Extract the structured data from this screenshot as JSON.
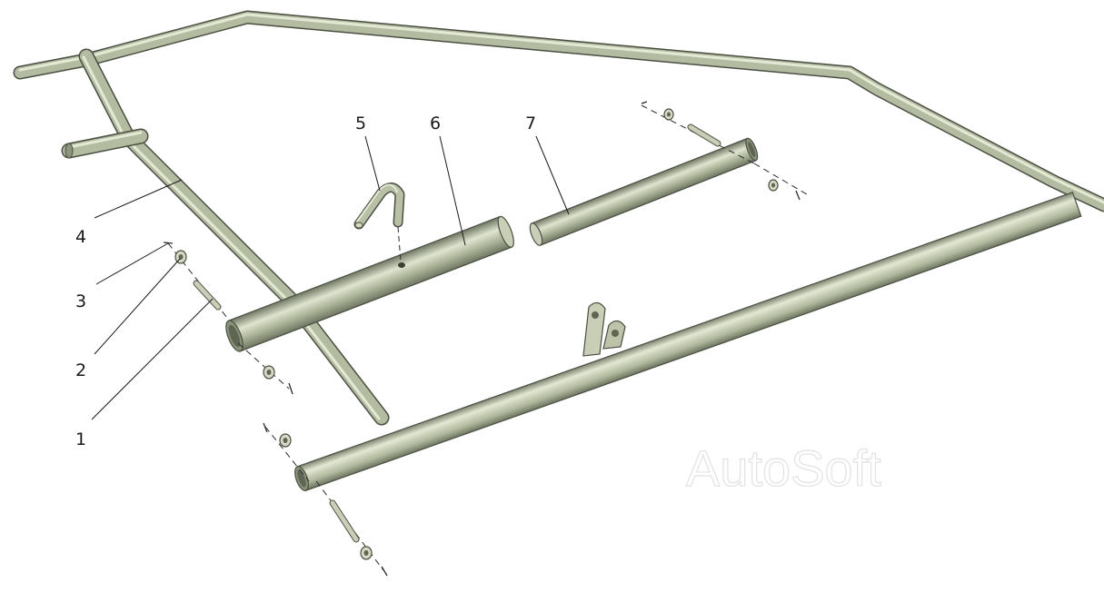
{
  "diagram": {
    "callouts": [
      {
        "id": "1",
        "label": "1"
      },
      {
        "id": "2",
        "label": "2"
      },
      {
        "id": "3",
        "label": "3"
      },
      {
        "id": "4",
        "label": "4"
      },
      {
        "id": "5",
        "label": "5"
      },
      {
        "id": "6",
        "label": "6"
      },
      {
        "id": "7",
        "label": "7"
      }
    ],
    "watermark": "AutoSoft"
  },
  "colors": {
    "tube_light": "#dfe4cf",
    "tube_mid": "#aeb69b",
    "tube_dark": "#6f7763",
    "outline": "#4a4f42",
    "leader": "#1a1a1a"
  }
}
